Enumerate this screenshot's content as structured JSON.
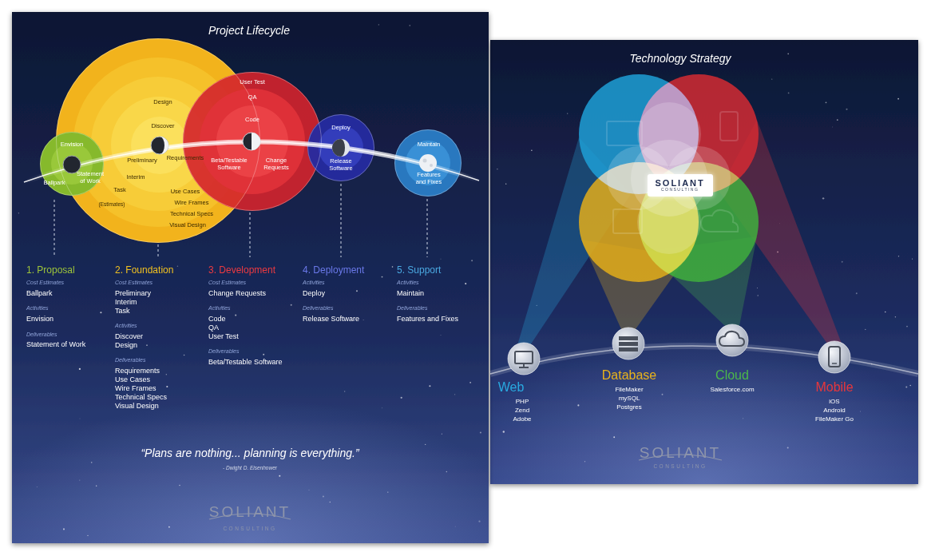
{
  "diagram": {
    "nodes": [
      {
        "text": [
          "Project Lifecycle"
        ]
      },
      {
        "text": [
          "Envision",
          "Ballpark",
          "Statement of Work"
        ],
        "in": 0
      },
      {
        "text": [
          "Design",
          "Discover",
          "Preliminary",
          "Requirements",
          "Interim",
          "Use Cases",
          "Task",
          "Wire Frames",
          "Technical Specs",
          "Visual Design",
          "(Estimates)"
        ],
        "in": 0
      },
      {
        "text": [
          "User Test",
          "QA",
          "Code",
          "Beta/Testable Software",
          "Change Requests"
        ],
        "in": 0
      },
      {
        "text": [
          "Deploy",
          "Release Software"
        ],
        "in": 0
      },
      {
        "text": [
          "Maintain",
          "Features and Fixes"
        ],
        "in": 0
      },
      {
        "text": [
          "Technology Strategy"
        ]
      },
      {
        "text": [
          "SOLIANT",
          "CONSULTING"
        ],
        "in": 6
      }
    ],
    "labels": [
      "1. Proposal",
      "Cost Estimates",
      "Ballpark",
      "Activities",
      "Envision",
      "Deliverables",
      "Statement of Work",
      "2. Foundation",
      "Cost Estimates",
      "Preliminary",
      "Interim",
      "Task",
      "Activities",
      "Discover",
      "Design",
      "Deliverables",
      "Requirements",
      "Use Cases",
      "Wire Frames",
      "Technical Specs",
      "Visual Design",
      "3. Development",
      "Cost Estimates",
      "Change Requests",
      "Activities",
      "Code",
      "QA",
      "User Test",
      "Deliverables",
      "Beta/Testable Software",
      "4. Deployment",
      "Activities",
      "Deploy",
      "Deliverables",
      "Release Software",
      "5. Support",
      "Activities",
      "Maintain",
      "Deliverables",
      "Features and Fixes",
      "“Plans are nothing... planning is everything.”",
      "- Dwight D. Eisenhower",
      "SOLIANT",
      "CONSULTING",
      "Web",
      "PHP",
      "Zend",
      "Adobe",
      "Database",
      "FileMaker",
      "mySQL",
      "Postgres",
      "Cloud",
      "Salesforce.com",
      "Mobile",
      "iOS",
      "Android",
      "FileMaker Go",
      "SOLIANT",
      "CONSULTING"
    ]
  }
}
